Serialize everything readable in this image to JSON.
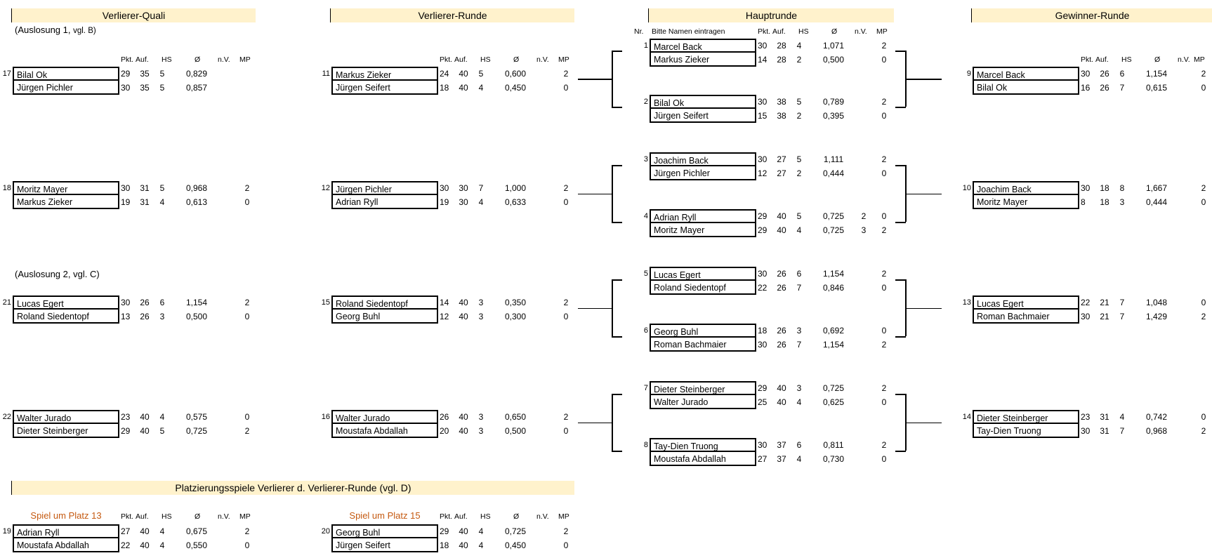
{
  "headers": {
    "verlierer_quali": "Verlierer-Quali",
    "verlierer_runde": "Verlierer-Runde",
    "hauptrunde": "Hauptrunde",
    "gewinner_runde": "Gewinner-Runde",
    "platzierung": "Platzierungsspiele Verlierer d. Verlierer-Runde (vgl. D)"
  },
  "notes": {
    "auslosung1_main": "(Auslosung 1, ",
    "auslosung1_small": "vgl. B)",
    "auslosung2": "(Auslosung 2, vgl. C)",
    "spiel13": "Spiel um Platz 13",
    "spiel15": "Spiel um Platz 15"
  },
  "columns": {
    "nr": "Nr.",
    "names_hint": "Bitte Namen eintragen",
    "pkt": "Pkt.",
    "auf": "Auf.",
    "hs": "HS",
    "avg": "Ø",
    "nv": "n.V.",
    "mp": "MP"
  },
  "matches": [
    {
      "num": "17",
      "rows": [
        {
          "name": "Bilal Ok",
          "pkt": "29",
          "auf": "35",
          "hs": "5",
          "avg": "0,829",
          "nv": "",
          "mp": ""
        },
        {
          "name": "Jürgen Pichler",
          "pkt": "30",
          "auf": "35",
          "hs": "5",
          "avg": "0,857",
          "nv": "",
          "mp": ""
        }
      ]
    },
    {
      "num": "18",
      "rows": [
        {
          "name": "Moritz Mayer",
          "pkt": "30",
          "auf": "31",
          "hs": "5",
          "avg": "0,968",
          "nv": "",
          "mp": "2"
        },
        {
          "name": "Markus Zieker",
          "pkt": "19",
          "auf": "31",
          "hs": "4",
          "avg": "0,613",
          "nv": "",
          "mp": "0"
        }
      ]
    },
    {
      "num": "21",
      "rows": [
        {
          "name": "Lucas Egert",
          "pkt": "30",
          "auf": "26",
          "hs": "6",
          "avg": "1,154",
          "nv": "",
          "mp": "2"
        },
        {
          "name": "Roland Siedentopf",
          "pkt": "13",
          "auf": "26",
          "hs": "3",
          "avg": "0,500",
          "nv": "",
          "mp": "0"
        }
      ]
    },
    {
      "num": "22",
      "rows": [
        {
          "name": "Walter Jurado",
          "pkt": "23",
          "auf": "40",
          "hs": "4",
          "avg": "0,575",
          "nv": "",
          "mp": "0"
        },
        {
          "name": "Dieter Steinberger",
          "pkt": "29",
          "auf": "40",
          "hs": "5",
          "avg": "0,725",
          "nv": "",
          "mp": "2"
        }
      ]
    },
    {
      "num": "11",
      "rows": [
        {
          "name": "Markus Zieker",
          "pkt": "24",
          "auf": "40",
          "hs": "5",
          "avg": "0,600",
          "nv": "",
          "mp": "2"
        },
        {
          "name": "Jürgen Seifert",
          "pkt": "18",
          "auf": "40",
          "hs": "4",
          "avg": "0,450",
          "nv": "",
          "mp": "0"
        }
      ]
    },
    {
      "num": "12",
      "rows": [
        {
          "name": "Jürgen Pichler",
          "pkt": "30",
          "auf": "30",
          "hs": "7",
          "avg": "1,000",
          "nv": "",
          "mp": "2"
        },
        {
          "name": "Adrian Ryll",
          "pkt": "19",
          "auf": "30",
          "hs": "4",
          "avg": "0,633",
          "nv": "",
          "mp": "0"
        }
      ]
    },
    {
      "num": "15",
      "rows": [
        {
          "name": "Roland Siedentopf",
          "pkt": "14",
          "auf": "40",
          "hs": "3",
          "avg": "0,350",
          "nv": "",
          "mp": "2"
        },
        {
          "name": "Georg Buhl",
          "pkt": "12",
          "auf": "40",
          "hs": "3",
          "avg": "0,300",
          "nv": "",
          "mp": "0"
        }
      ]
    },
    {
      "num": "16",
      "rows": [
        {
          "name": "Walter Jurado",
          "pkt": "26",
          "auf": "40",
          "hs": "3",
          "avg": "0,650",
          "nv": "",
          "mp": "2"
        },
        {
          "name": "Moustafa Abdallah",
          "pkt": "20",
          "auf": "40",
          "hs": "3",
          "avg": "0,500",
          "nv": "",
          "mp": "0"
        }
      ]
    },
    {
      "num": "1",
      "rows": [
        {
          "name": "Marcel Back",
          "pkt": "30",
          "auf": "28",
          "hs": "4",
          "avg": "1,071",
          "nv": "",
          "mp": "2"
        },
        {
          "name": "Markus Zieker",
          "pkt": "14",
          "auf": "28",
          "hs": "2",
          "avg": "0,500",
          "nv": "",
          "mp": "0"
        }
      ]
    },
    {
      "num": "2",
      "rows": [
        {
          "name": "Bilal Ok",
          "pkt": "30",
          "auf": "38",
          "hs": "5",
          "avg": "0,789",
          "nv": "",
          "mp": "2"
        },
        {
          "name": "Jürgen Seifert",
          "pkt": "15",
          "auf": "38",
          "hs": "2",
          "avg": "0,395",
          "nv": "",
          "mp": "0"
        }
      ]
    },
    {
      "num": "3",
      "rows": [
        {
          "name": "Joachim Back",
          "pkt": "30",
          "auf": "27",
          "hs": "5",
          "avg": "1,111",
          "nv": "",
          "mp": "2"
        },
        {
          "name": "Jürgen Pichler",
          "pkt": "12",
          "auf": "27",
          "hs": "2",
          "avg": "0,444",
          "nv": "",
          "mp": "0"
        }
      ]
    },
    {
      "num": "4",
      "rows": [
        {
          "name": "Adrian Ryll",
          "pkt": "29",
          "auf": "40",
          "hs": "5",
          "avg": "0,725",
          "nv": "2",
          "mp": "0"
        },
        {
          "name": "Moritz Mayer",
          "pkt": "29",
          "auf": "40",
          "hs": "4",
          "avg": "0,725",
          "nv": "3",
          "mp": "2"
        }
      ]
    },
    {
      "num": "5",
      "rows": [
        {
          "name": "Lucas Egert",
          "pkt": "30",
          "auf": "26",
          "hs": "6",
          "avg": "1,154",
          "nv": "",
          "mp": "2"
        },
        {
          "name": "Roland Siedentopf",
          "pkt": "22",
          "auf": "26",
          "hs": "7",
          "avg": "0,846",
          "nv": "",
          "mp": "0"
        }
      ]
    },
    {
      "num": "6",
      "rows": [
        {
          "name": "Georg Buhl",
          "pkt": "18",
          "auf": "26",
          "hs": "3",
          "avg": "0,692",
          "nv": "",
          "mp": "0"
        },
        {
          "name": "Roman Bachmaier",
          "pkt": "30",
          "auf": "26",
          "hs": "7",
          "avg": "1,154",
          "nv": "",
          "mp": "2"
        }
      ]
    },
    {
      "num": "7",
      "rows": [
        {
          "name": "Dieter Steinberger",
          "pkt": "29",
          "auf": "40",
          "hs": "3",
          "avg": "0,725",
          "nv": "",
          "mp": "2"
        },
        {
          "name": "Walter Jurado",
          "pkt": "25",
          "auf": "40",
          "hs": "4",
          "avg": "0,625",
          "nv": "",
          "mp": "0"
        }
      ]
    },
    {
      "num": "8",
      "rows": [
        {
          "name": "Tay-Dien Truong",
          "pkt": "30",
          "auf": "37",
          "hs": "6",
          "avg": "0,811",
          "nv": "",
          "mp": "2"
        },
        {
          "name": "Moustafa Abdallah",
          "pkt": "27",
          "auf": "37",
          "hs": "4",
          "avg": "0,730",
          "nv": "",
          "mp": "0"
        }
      ]
    },
    {
      "num": "9",
      "rows": [
        {
          "name": "Marcel Back",
          "pkt": "30",
          "auf": "26",
          "hs": "6",
          "avg": "1,154",
          "nv": "",
          "mp": "2"
        },
        {
          "name": "Bilal Ok",
          "pkt": "16",
          "auf": "26",
          "hs": "7",
          "avg": "0,615",
          "nv": "",
          "mp": "0"
        }
      ]
    },
    {
      "num": "10",
      "rows": [
        {
          "name": "Joachim Back",
          "pkt": "30",
          "auf": "18",
          "hs": "8",
          "avg": "1,667",
          "nv": "",
          "mp": "2"
        },
        {
          "name": "Moritz Mayer",
          "pkt": "8",
          "auf": "18",
          "hs": "3",
          "avg": "0,444",
          "nv": "",
          "mp": "0"
        }
      ]
    },
    {
      "num": "13",
      "rows": [
        {
          "name": "Lucas Egert",
          "pkt": "22",
          "auf": "21",
          "hs": "7",
          "avg": "1,048",
          "nv": "",
          "mp": "0"
        },
        {
          "name": "Roman Bachmaier",
          "pkt": "30",
          "auf": "21",
          "hs": "7",
          "avg": "1,429",
          "nv": "",
          "mp": "2"
        }
      ]
    },
    {
      "num": "14",
      "rows": [
        {
          "name": "Dieter Steinberger",
          "pkt": "23",
          "auf": "31",
          "hs": "4",
          "avg": "0,742",
          "nv": "",
          "mp": "0"
        },
        {
          "name": "Tay-Dien Truong",
          "pkt": "30",
          "auf": "31",
          "hs": "7",
          "avg": "0,968",
          "nv": "",
          "mp": "2"
        }
      ]
    },
    {
      "num": "19",
      "rows": [
        {
          "name": "Adrian Ryll",
          "pkt": "27",
          "auf": "40",
          "hs": "4",
          "avg": "0,675",
          "nv": "",
          "mp": "2"
        },
        {
          "name": "Moustafa Abdallah",
          "pkt": "22",
          "auf": "40",
          "hs": "4",
          "avg": "0,550",
          "nv": "",
          "mp": "0"
        }
      ]
    },
    {
      "num": "20",
      "rows": [
        {
          "name": "Georg Buhl",
          "pkt": "29",
          "auf": "40",
          "hs": "4",
          "avg": "0,725",
          "nv": "",
          "mp": "2"
        },
        {
          "name": "Jürgen Seifert",
          "pkt": "18",
          "auf": "40",
          "hs": "4",
          "avg": "0,450",
          "nv": "",
          "mp": "0"
        }
      ]
    }
  ]
}
